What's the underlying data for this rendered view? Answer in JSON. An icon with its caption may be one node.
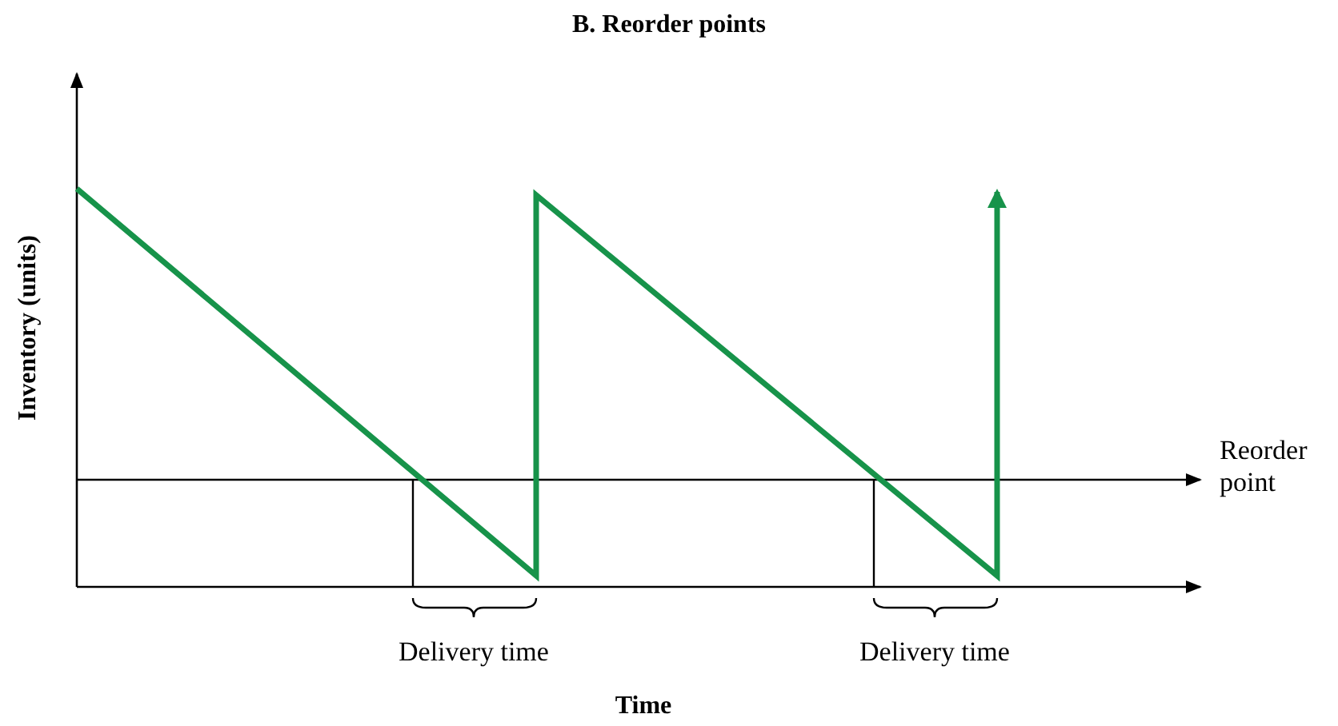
{
  "diagram": {
    "title": "B. Reorder points",
    "labels": [
      "Inventory (units)",
      "Reorder point",
      "Delivery time",
      "Delivery time",
      "Time"
    ]
  }
}
